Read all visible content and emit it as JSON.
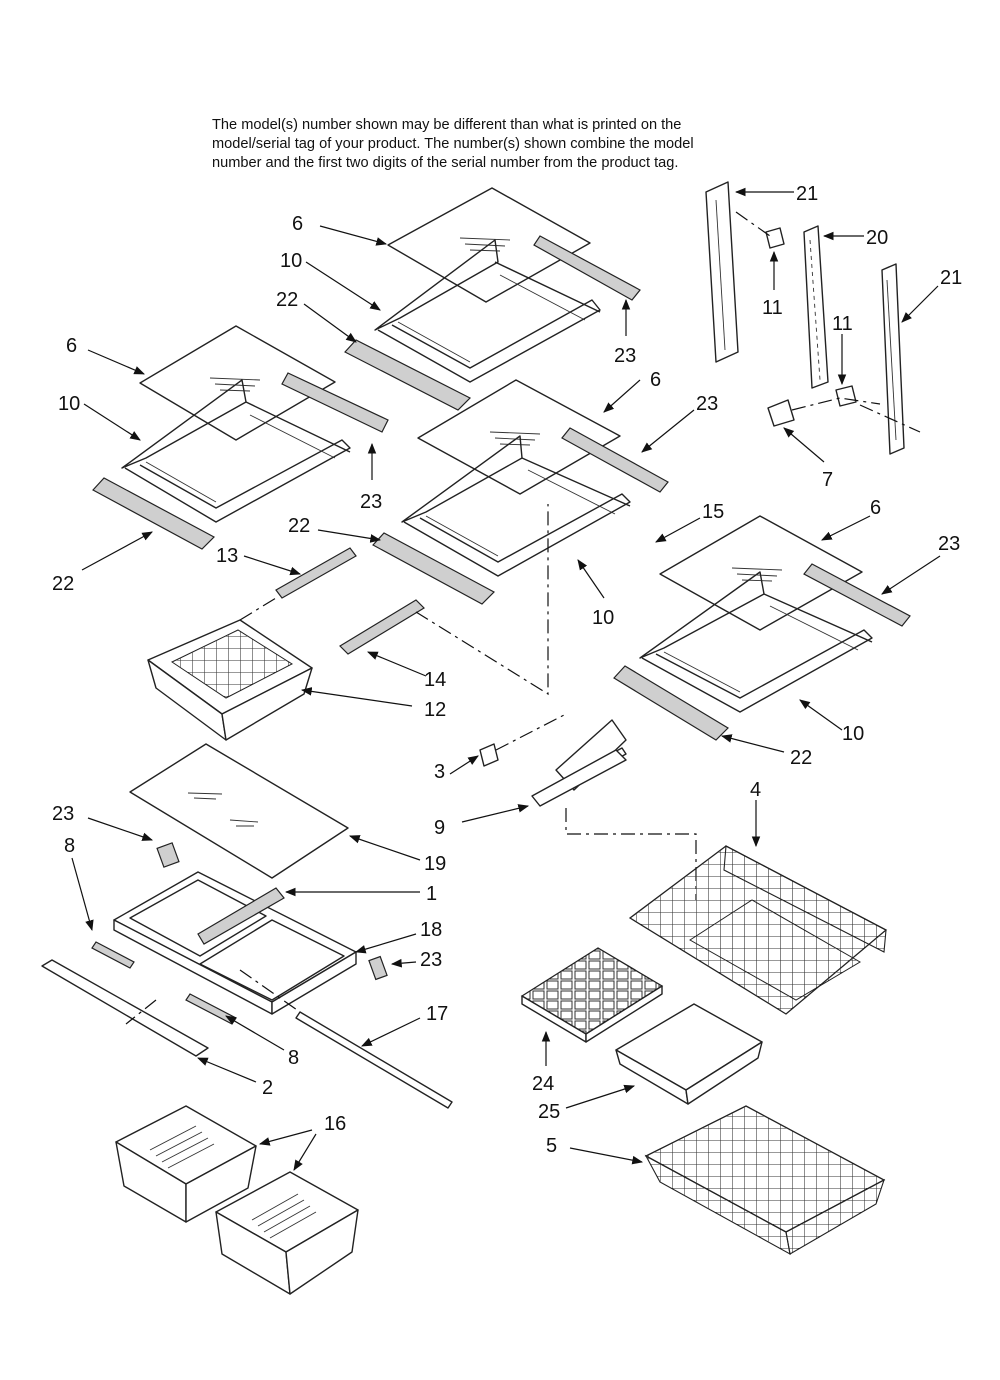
{
  "header": {
    "lines": [
      "The model(s) number shown may be different than what is printed on the",
      "model/serial tag of your product. The number(s) shown combine the model",
      "number and the first two digits of the serial number from the product tag."
    ]
  },
  "callouts": [
    {
      "id": "c6a",
      "label": "6"
    },
    {
      "id": "c10a",
      "label": "10"
    },
    {
      "id": "c22a",
      "label": "22"
    },
    {
      "id": "c23a",
      "label": "23"
    },
    {
      "id": "c6b",
      "label": "6"
    },
    {
      "id": "c10b",
      "label": "10"
    },
    {
      "id": "c23b",
      "label": "23"
    },
    {
      "id": "c22b",
      "label": "22"
    },
    {
      "id": "c6c",
      "label": "6"
    },
    {
      "id": "c23c",
      "label": "23"
    },
    {
      "id": "c22c",
      "label": "22"
    },
    {
      "id": "c10c",
      "label": "10"
    },
    {
      "id": "c13",
      "label": "13"
    },
    {
      "id": "c14",
      "label": "14"
    },
    {
      "id": "c12",
      "label": "12"
    },
    {
      "id": "c21a",
      "label": "21"
    },
    {
      "id": "c20",
      "label": "20"
    },
    {
      "id": "c11a",
      "label": "11"
    },
    {
      "id": "c21b",
      "label": "21"
    },
    {
      "id": "c11b",
      "label": "11"
    },
    {
      "id": "c7",
      "label": "7"
    },
    {
      "id": "c15",
      "label": "15"
    },
    {
      "id": "c6d",
      "label": "6"
    },
    {
      "id": "c23d",
      "label": "23"
    },
    {
      "id": "c10d",
      "label": "10"
    },
    {
      "id": "c22d",
      "label": "22"
    },
    {
      "id": "c3",
      "label": "3"
    },
    {
      "id": "c9",
      "label": "9"
    },
    {
      "id": "c4",
      "label": "4"
    },
    {
      "id": "c23e",
      "label": "23"
    },
    {
      "id": "c19",
      "label": "19"
    },
    {
      "id": "c8a",
      "label": "8"
    },
    {
      "id": "c1",
      "label": "1"
    },
    {
      "id": "c18",
      "label": "18"
    },
    {
      "id": "c23f",
      "label": "23"
    },
    {
      "id": "c17",
      "label": "17"
    },
    {
      "id": "c8b",
      "label": "8"
    },
    {
      "id": "c2",
      "label": "2"
    },
    {
      "id": "c24",
      "label": "24"
    },
    {
      "id": "c25",
      "label": "25"
    },
    {
      "id": "c16",
      "label": "16"
    },
    {
      "id": "c5",
      "label": "5"
    }
  ]
}
